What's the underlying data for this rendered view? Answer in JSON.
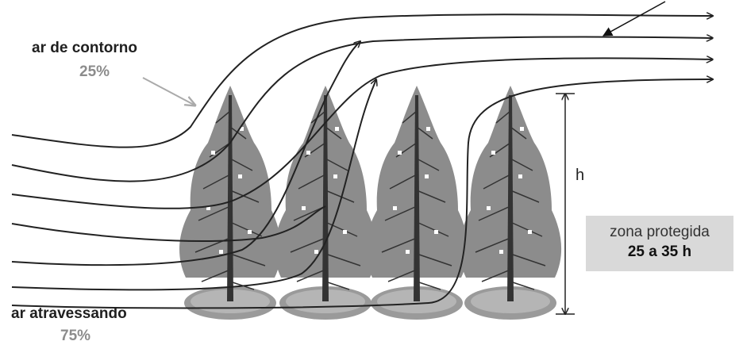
{
  "labels": {
    "contour_title": "ar de contorno",
    "contour_percent": "25%",
    "through_title": "ar atravessando",
    "through_percent": "75%",
    "height": "h",
    "zone_title": "zona protegida",
    "zone_range": "25 a 35 h"
  },
  "trees": [
    {
      "name": "tree-1"
    },
    {
      "name": "tree-2"
    },
    {
      "name": "tree-3"
    },
    {
      "name": "tree-4"
    }
  ],
  "colors": {
    "foliage": "#8c8c8c",
    "trunk": "#333333",
    "base": "#9a9a9a",
    "arrow": "#222222",
    "gray_text": "#8c8c8c",
    "zone_box": "#d9d9d9"
  }
}
